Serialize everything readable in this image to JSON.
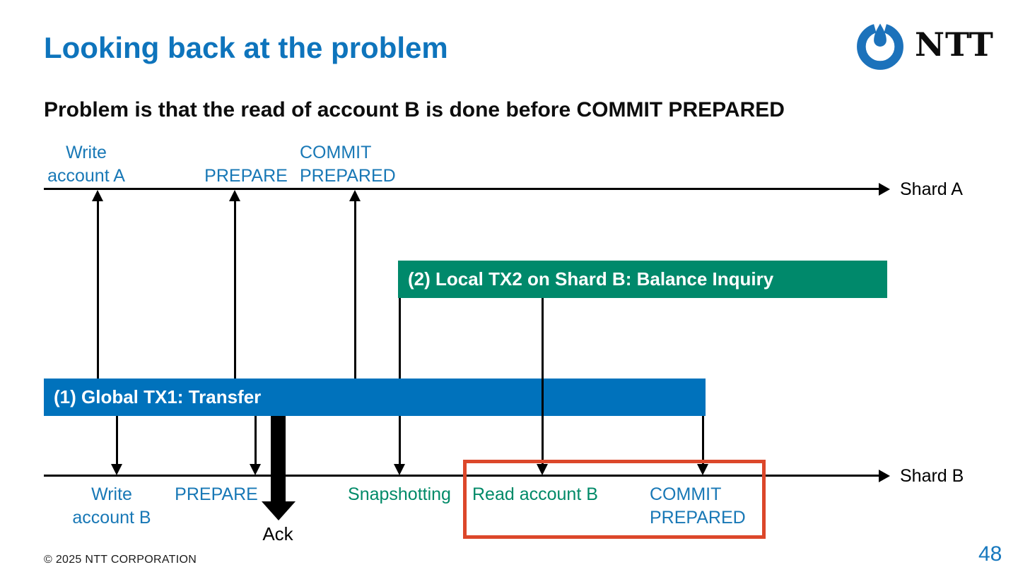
{
  "slide": {
    "title": "Looking back at the problem",
    "subtitle": "Problem is that the read of account B is done before COMMIT PREPARED",
    "footer": "© 2025 NTT CORPORATION",
    "page_number": "48",
    "logo": {
      "wordmark": "NTT",
      "icon": "ntt-dynamic-loop-icon"
    }
  },
  "colors": {
    "title_blue": "#0E74BC",
    "label_blue": "#1878B6",
    "bar_blue": "#0072BC",
    "bar_green": "#00896B",
    "label_green": "#008A68",
    "highlight_red": "#DC472A",
    "line_black": "#000000"
  },
  "diagram": {
    "shard_a": {
      "label": "Shard A",
      "events": {
        "write_account_a": [
          "Write",
          "account A"
        ],
        "prepare": [
          "PREPARE"
        ],
        "commit_prepared": [
          "COMMIT",
          "PREPARED"
        ]
      }
    },
    "shard_b": {
      "label": "Shard B",
      "events": {
        "write_account_b": [
          "Write",
          "account B"
        ],
        "prepare": [
          "PREPARE"
        ],
        "ack": "Ack",
        "snapshotting": "Snapshotting",
        "read_account_b": "Read account B",
        "commit_prepared": [
          "COMMIT",
          "PREPARED"
        ]
      }
    },
    "bars": {
      "tx1": "(1) Global TX1: Transfer",
      "tx2": "(2) Local TX2 on Shard B: Balance Inquiry"
    }
  }
}
